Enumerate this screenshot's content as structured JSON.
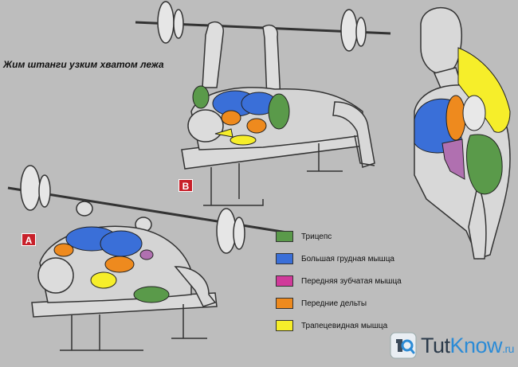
{
  "title": "Жим штанги узким хватом лежа",
  "badges": {
    "a": "A",
    "b": "B"
  },
  "legend": [
    {
      "label": "Трицепс",
      "color": "#5a9a4a"
    },
    {
      "label": "Большая грудная мышца",
      "color": "#3a6fd8"
    },
    {
      "label": "Передняя зубчатая мышца",
      "color": "#d03a9a"
    },
    {
      "label": "Передние дельты",
      "color": "#ee8a1e"
    },
    {
      "label": "Трапецевидная мышца",
      "color": "#f6ee2a"
    }
  ],
  "logo": {
    "part1": "Tut",
    "part2": "Know",
    "part3": ".ru"
  }
}
